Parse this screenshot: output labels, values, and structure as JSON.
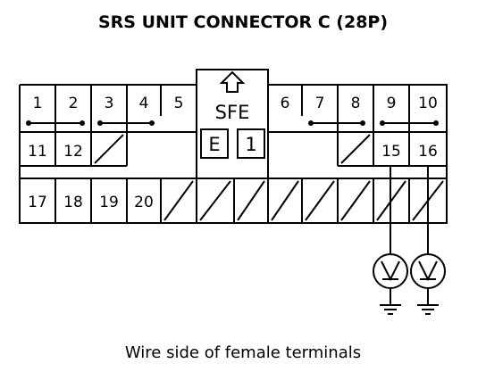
{
  "title": "SRS UNIT CONNECTOR C (28P)",
  "caption": "Wire side of female terminals",
  "connector": {
    "label": "SFE",
    "key_labels": [
      "E",
      "1"
    ],
    "row1": [
      "1",
      "2",
      "3",
      "4",
      "5",
      "6",
      "7",
      "8",
      "9",
      "10"
    ],
    "row2": [
      "11",
      "12",
      "15",
      "16"
    ],
    "row3": [
      "17",
      "18",
      "19",
      "20"
    ]
  },
  "meter_icons": [
    "voltmeter-icon",
    "voltmeter-icon"
  ],
  "ground_icons": [
    "ground-icon",
    "ground-icon"
  ]
}
